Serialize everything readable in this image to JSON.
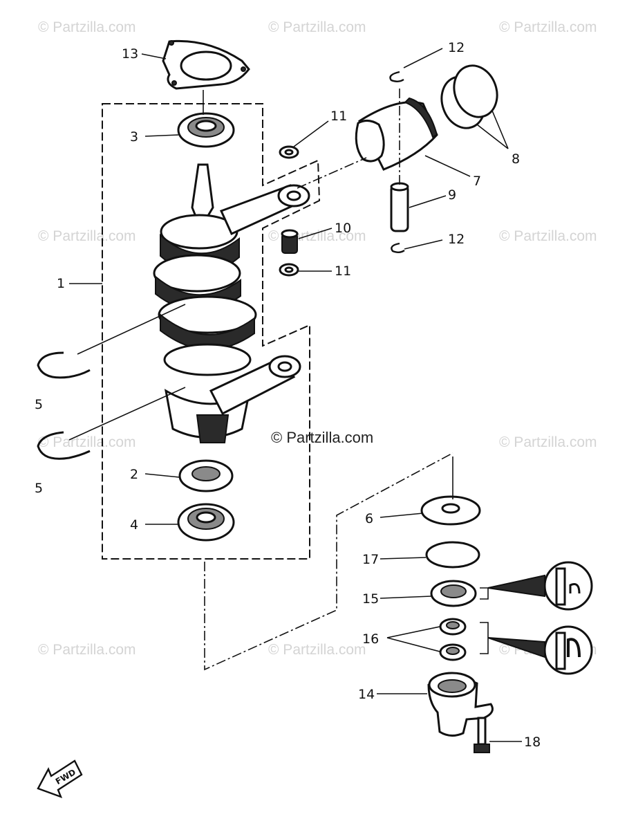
{
  "watermarks": [
    "© Partzilla.com",
    "© Partzilla.com",
    "© Partzilla.com",
    "© Partzilla.com",
    "© Partzilla.com",
    "© Partzilla.com",
    "© Partzilla.com",
    "© Partzilla.com",
    "© Partzilla.com",
    "© Partzilla.com",
    "© Partzilla.com"
  ],
  "credit": "© Partzilla.com",
  "callouts": {
    "c1": "1",
    "c2": "2",
    "c3": "3",
    "c4": "4",
    "c5a": "5",
    "c5b": "5",
    "c6": "6",
    "c7": "7",
    "c8": "8",
    "c9": "9",
    "c10": "10",
    "c11a": "11",
    "c11b": "11",
    "c12a": "12",
    "c12b": "12",
    "c13": "13",
    "c14": "14",
    "c15": "15",
    "c16": "16",
    "c17": "17",
    "c18": "18"
  },
  "fwd_label": "FWD"
}
